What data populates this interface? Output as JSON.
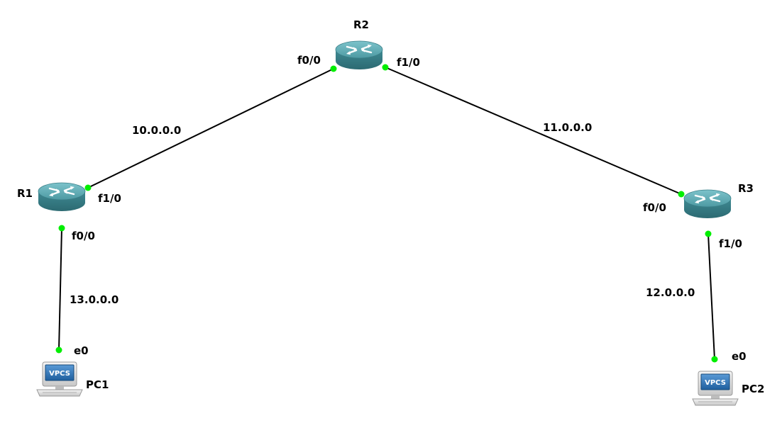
{
  "colors": {
    "background": "#ffffff",
    "link": "#000000",
    "port_up": "#00ee00",
    "router_body": "#4a9aa2",
    "vpcs_screen": "#2e78b8"
  },
  "nodes": {
    "r1": {
      "name": "R1",
      "type": "router",
      "icon": "router-icon"
    },
    "r2": {
      "name": "R2",
      "type": "router",
      "icon": "router-icon"
    },
    "r3": {
      "name": "R3",
      "type": "router",
      "icon": "router-icon"
    },
    "pc1": {
      "name": "PC1",
      "type": "vpcs",
      "icon": "vpcs-icon",
      "screen_text": "VPCS"
    },
    "pc2": {
      "name": "PC2",
      "type": "vpcs",
      "icon": "vpcs-icon",
      "screen_text": "VPCS"
    }
  },
  "links": {
    "r1_r2": {
      "network": "10.0.0.0",
      "a_port": "f1/0",
      "b_port": "f0/0"
    },
    "r2_r3": {
      "network": "11.0.0.0",
      "a_port": "f1/0",
      "b_port": "f0/0"
    },
    "r3_pc2": {
      "network": "12.0.0.0",
      "a_port": "f1/0",
      "b_port": "e0"
    },
    "r1_pc1": {
      "network": "13.0.0.0",
      "a_port": "f0/0",
      "b_port": "e0"
    }
  }
}
